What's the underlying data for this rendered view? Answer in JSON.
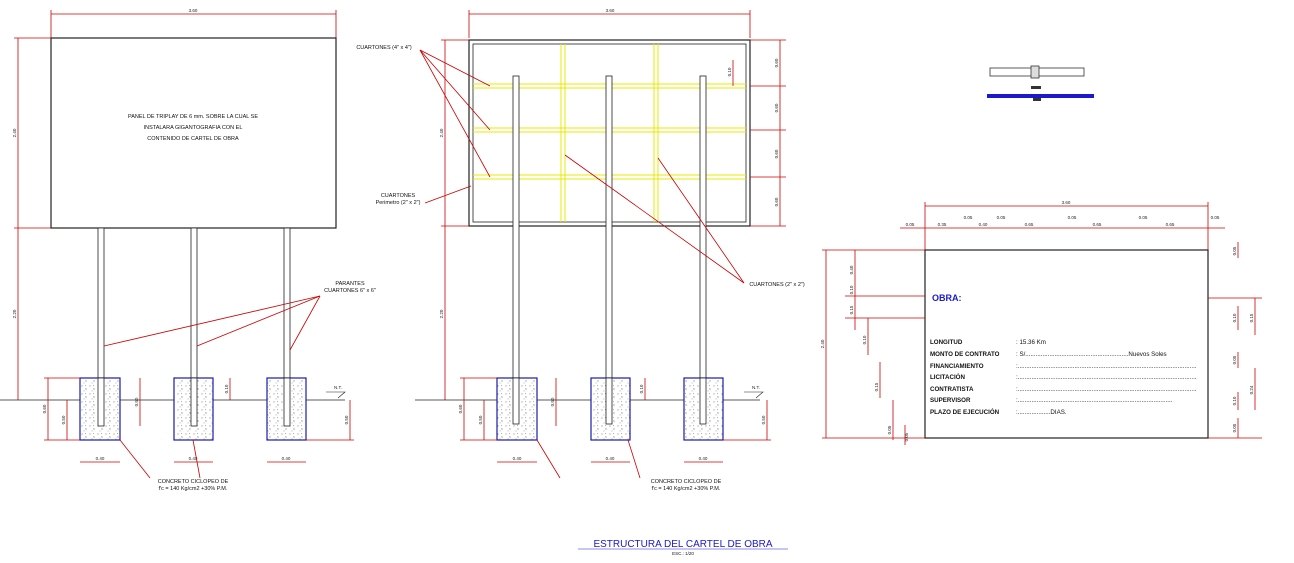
{
  "elevation": {
    "total_width": "3.60",
    "panel_height": "2.40",
    "post_height": "2.20",
    "footing_width": "0.40",
    "footing_depth_a": "0.60",
    "footing_depth_b": "0.50",
    "footing_depth_c": "0.10",
    "panel_note_lines": [
      "PANEL DE TRIPLAY  DE 6 mm. SOBRE LA CUAL SE",
      "INSTALARA GIGANTOGRAFIA CON EL",
      "CONTENIDO DE CARTEL DE OBRA"
    ],
    "posts_label_lines": [
      "PARANTES",
      "CUARTONES 6\" x 6\""
    ],
    "concrete_label_lines": [
      "CONCRETO CICLOPEO DE",
      "f'c = 140 Kg/cm2 +30% P.M."
    ],
    "nt_label": "N.T."
  },
  "frame": {
    "total_width": "3.60",
    "panel_height": "2.40",
    "post_height": "2.20",
    "row_dims": [
      "0.60",
      "0.60",
      "0.60",
      "0.60"
    ],
    "top_small_dim": "0.10",
    "footing_width": "0.40",
    "footing_depth_a": "0.60",
    "footing_depth_b": "0.50",
    "footing_depth_c": "0.10",
    "battens_label": "CUARTONES (4\" x 4\")",
    "perimeter_label_lines": [
      "CUARTONES",
      "Perimetro (2\" x 2\")"
    ],
    "inner_battens_label": "CUARTONES (2\" x 2\")",
    "concrete_label_lines": [
      "CONCRETO CICLOPEO DE",
      "f'c = 140 Kg/cm2 +30% P.M."
    ],
    "nt_label": "N.T."
  },
  "sign": {
    "total_width": "3.60",
    "height": "2.40",
    "col_dims": [
      "0.05",
      "0.35",
      "0.05",
      "0.40",
      "0.05",
      "0.65",
      "0.05",
      "0.65",
      "0.05",
      "0.65",
      "0.05"
    ],
    "left_dims": [
      "0.40",
      "0.10",
      "0.15",
      "0.10",
      "0.15",
      "0.05",
      "0.05"
    ],
    "right_dims": [
      "0.05",
      "0.15",
      "0.10",
      "0.05",
      "0.24",
      "0.10",
      "0.05"
    ],
    "obra_label": "OBRA:",
    "rows": [
      {
        "label": "LONGITUD",
        "value": ":      15.36  Km"
      },
      {
        "label": "MONTO DE CONTRATO",
        "value": ": S/............................................................Nuevos Soles"
      },
      {
        "label": "FINANCIAMIENTO",
        "value": ":........................................................................................................"
      },
      {
        "label": "LICITACIÓN",
        "value": ":........................................................................................................"
      },
      {
        "label": "CONTRATISTA",
        "value": ":........................................................................................................"
      },
      {
        "label": "SUPERVISOR",
        "value": ":.........................................................................................."
      },
      {
        "label": "PLAZO DE EJECUCIÓN",
        "value": ":...................DIAS."
      }
    ]
  },
  "title": {
    "text": "ESTRUCTURA DEL CARTEL DE OBRA",
    "scale": "ESC.: 1/20"
  },
  "colors": {
    "dimension": "#cc0000",
    "batten": "#e8e800",
    "footing": "#1a1aaa",
    "title": "#1a1acc",
    "obra": "#1a1acc"
  }
}
